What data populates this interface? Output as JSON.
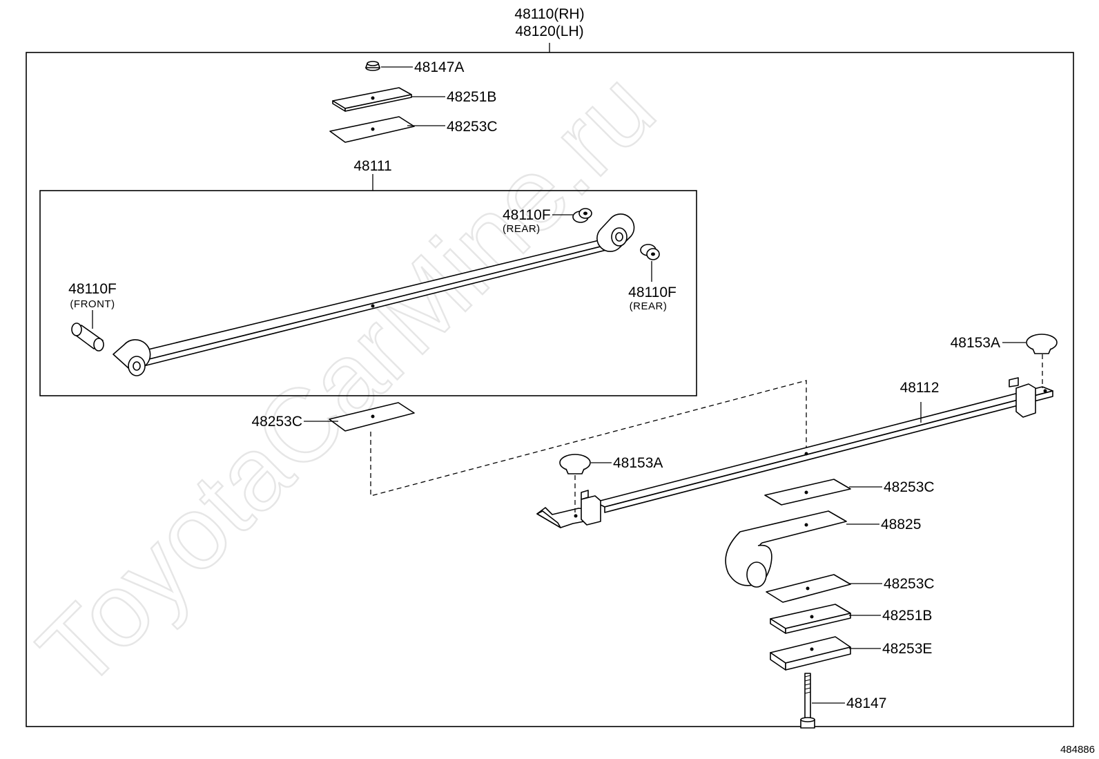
{
  "watermark": "ToyotaCarMine.ru",
  "figure_id": "484886",
  "assembly": {
    "rh": "48110(RH)",
    "lh": "48120(LH)"
  },
  "callouts": {
    "nut_top": "48147A",
    "plate_b_top": "48251B",
    "pad_c_top": "48253C",
    "leaf_main": "48111",
    "bush_rear_top": "48110F",
    "bush_rear_top_note": "(REAR)",
    "bush_rear_right": "48110F",
    "bush_rear_right_note": "(REAR)",
    "bush_front": "48110F",
    "bush_front_note": "(FRONT)",
    "pad_c_left": "48253C",
    "leaf_second": "48112",
    "bumper_right": "48153A",
    "bumper_mid": "48153A",
    "pad_c_mid": "48253C",
    "spacer": "48825",
    "pad_c_low": "48253C",
    "plate_b_low": "48251B",
    "plate_e": "48253E",
    "center_bolt": "48147"
  }
}
